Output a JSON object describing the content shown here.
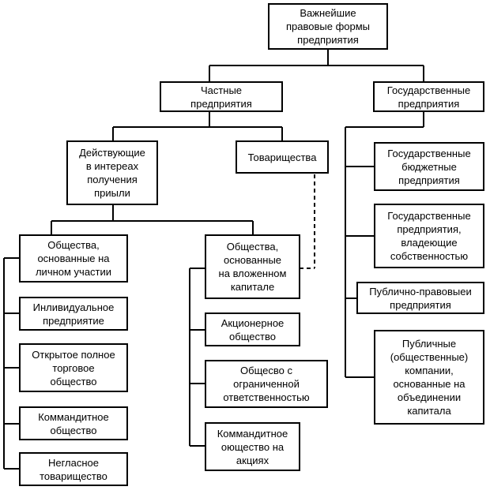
{
  "nodes": {
    "root": "Важнейшие\nправовые формы\nпредприятия",
    "private": "Частные\nпредприятия",
    "state": "Государственные\nпредприятия",
    "profit": "Действующие\nв интереах\nполучения\nприыли",
    "partnerships": "Товарищества",
    "personal": "Общества,\nоснованные на\nличном участии",
    "capital": "Общества,\nоснованные\nна вложенном\nкапитале",
    "individual": "Инливидуальное\nпредприятие",
    "open": "Открытое полное\nторговое\nобщество",
    "limited_partnership": "Коммандитное\nобщество",
    "silent": "Негласное\nтоварищество",
    "joint_stock": "Акционерное\nобщество",
    "llc": "Общесво с\nограниченной\nответственностью",
    "kgaa": "Коммандитное\nоющество на\nакциях",
    "budget": "Государственные\nбюджетные\nпредприятия",
    "owning": "Государственные\nпредприятия,\nвладеющие\nсобственностью",
    "public_law": "Публично-правовыеи\nпредприятия",
    "public_companies": "Публичные\n(общественные)\nкомпании,\nоснованные на\nобъединении\nкапитала"
  }
}
